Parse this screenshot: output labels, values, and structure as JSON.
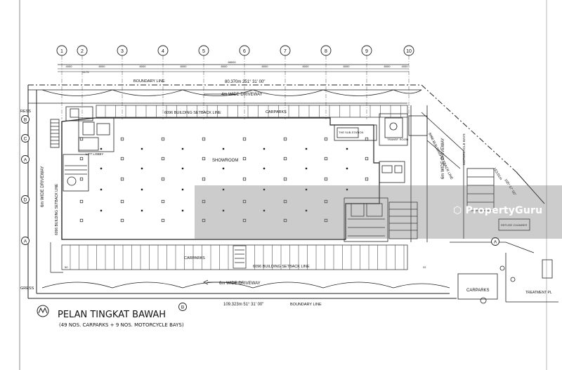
{
  "grid_labels": [
    "1",
    "2",
    "3",
    "4",
    "5",
    "6",
    "7",
    "8",
    "9",
    "10"
  ],
  "section_markers": [
    "A",
    "B",
    "C",
    "D",
    "A",
    "B",
    "A"
  ],
  "dim_top": [
    "4000",
    "4175",
    "8000",
    "8000",
    "8000",
    "8000",
    "8000",
    "8000",
    "8000",
    "8000",
    "4000",
    "68000"
  ],
  "labels": {
    "boundary_top": "BOUNDARY LINE",
    "bearing_top": "80.370m  251° 31' 00\"",
    "driveway_top": "4m WIDE DRIVEWAY",
    "setback_top": "6096 BUILDING SETBACK LINE",
    "carparks_top": "CARPARKS",
    "showroom": "SHOWROOM",
    "lift_lobby": "LIFT LOBBY",
    "substation": "THE SUB-STATION",
    "transf_room": "TRANSF. ROOM",
    "setback_right": "6096 BUILDING SETBACK LINE",
    "driveway_right": "6m WIDE DRIVEWAY",
    "motorcycle_bays": "MOTORCYCLE BAYS",
    "bearing_right_1": "153.01m",
    "bearing_right_2": "105° 07' 00\"",
    "setback_left": "6096 BUILDING SETBACK LINE",
    "driveway_left": "6m WIDE DRIVEWAY",
    "carparks_bottom": "CARPARKS",
    "setback_bottom": "6096 BUILDING SETBACK LINE",
    "driveway_bottom": "6m WIDE DRIVEWAY",
    "bearing_bottom": "109.323m  51° 31' 00\"",
    "boundary_bottom": "BOUNDARY LINE",
    "carparks_lot": "CARPARKS",
    "refuse_chamber": "REFUSE CHAMBER",
    "treatment": "TREATMENT PL",
    "ingress": "RESS",
    "egress": "GRESS",
    "stall_start": "50",
    "stall_end": "22"
  },
  "title": {
    "main": "PELAN TINGKAT BAWAH",
    "sub": "(49 NOS. CARPARKS + 9 NOS. MOTORCYCLE BAYS)"
  },
  "watermark": "PropertyGuru"
}
